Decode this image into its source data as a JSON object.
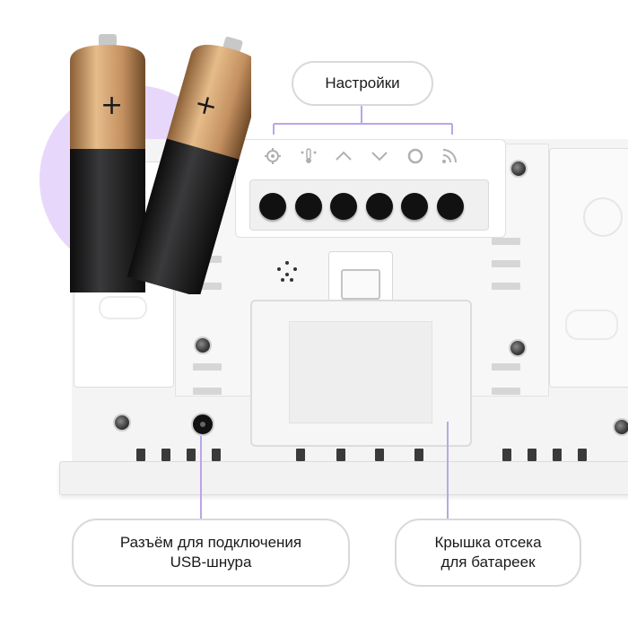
{
  "callouts": {
    "settings": "Настройки",
    "usb_line1": "Разъём для подключения",
    "usb_line2": "USB-шнура",
    "battery_line1": "Крышка отсека",
    "battery_line2": "для батареек"
  },
  "batteries": {
    "left_mark": "+",
    "right_mark": "+"
  },
  "button_icons": [
    "gear-icon",
    "thermometer-icon",
    "arrow-up-icon",
    "arrow-down-icon",
    "circle-icon",
    "signal-icon"
  ],
  "colors": {
    "accent_lilac": "#e7d8fb",
    "leader_line": "#b9a6e6",
    "device_body": "#f3f3f3",
    "battery_gold": "#c99a63",
    "battery_black": "#1d1d1f"
  }
}
